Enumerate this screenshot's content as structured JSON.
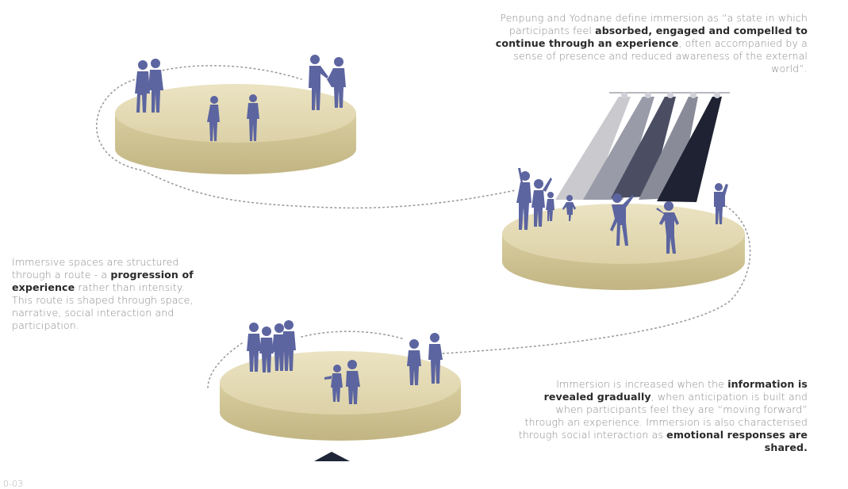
{
  "quote": {
    "p1": "Penpung and Yodnane define immersion as “a state in which participants feel ",
    "b1": "absorbed, engaged and compelled to continue through an experience",
    "p2": ", often accompanied by a sense of presence and reduced awareness of the external world”."
  },
  "route": {
    "p1": "Immersive spaces are structured through a route - a ",
    "b1": "progression of experience",
    "p2": " rather than intensity. This route is shaped through space, narrative, social interaction and participation."
  },
  "reveal": {
    "p1": "Immersion is increased when the ",
    "b1": "information is revealed gradually",
    "p2": ", when anticipation is built and when participants feel they are “moving forward” through an experience. Immersion is also characterised through social interaction as ",
    "b2": "emotional responses are shared."
  },
  "page_number": "0-03",
  "colors": {
    "platform_top": "#e3d9b4",
    "platform_side": "#cfc394",
    "figures": "#5c65a0",
    "beam_light": "#c8c8cc",
    "beam_mid": "#8a8b9a",
    "beam_dark": "#2a2d3d",
    "path_dots": "#9a9a9a"
  }
}
